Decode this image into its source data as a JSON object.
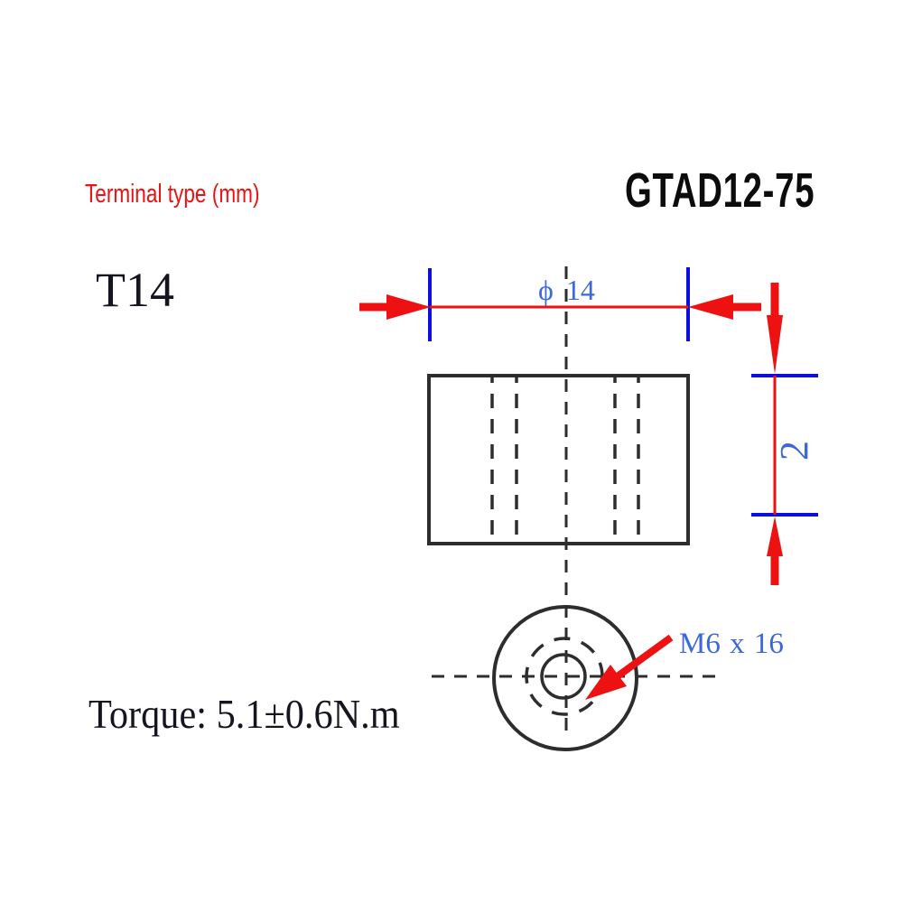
{
  "header": {
    "terminal_type_label": "Terminal type (mm)",
    "model_number": "GTAD12-75"
  },
  "drawing": {
    "terminal_code": "T14",
    "dimensions": {
      "diameter_label": "ϕ 14",
      "height_label": "2",
      "thread_label": "M6 x 16"
    },
    "torque_note": "Torque: 5.1±0.6N.m"
  },
  "colors": {
    "accent_red": "#ed1111",
    "dimension_blue": "#0d0de0",
    "label_blue": "#3d68dd",
    "line_dark": "#2d2d2d",
    "background": "#ffffff"
  }
}
